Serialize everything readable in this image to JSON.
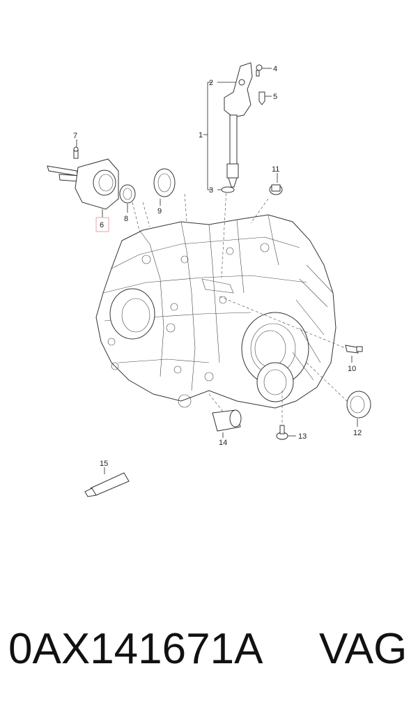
{
  "diagram": {
    "callouts": [
      {
        "id": "1",
        "label": "1"
      },
      {
        "id": "2",
        "label": "2"
      },
      {
        "id": "3",
        "label": "3"
      },
      {
        "id": "4",
        "label": "4"
      },
      {
        "id": "5",
        "label": "5"
      },
      {
        "id": "6",
        "label": "6",
        "highlighted": true
      },
      {
        "id": "7",
        "label": "7"
      },
      {
        "id": "8",
        "label": "8"
      },
      {
        "id": "9",
        "label": "9"
      },
      {
        "id": "10",
        "label": "10"
      },
      {
        "id": "11",
        "label": "11"
      },
      {
        "id": "12",
        "label": "12"
      },
      {
        "id": "13",
        "label": "13"
      },
      {
        "id": "14",
        "label": "14"
      },
      {
        "id": "15",
        "label": "15"
      }
    ],
    "highlight_color": "#e8a0a8"
  },
  "footer": {
    "part_number": "0AX141671A",
    "brand": "VAG"
  }
}
